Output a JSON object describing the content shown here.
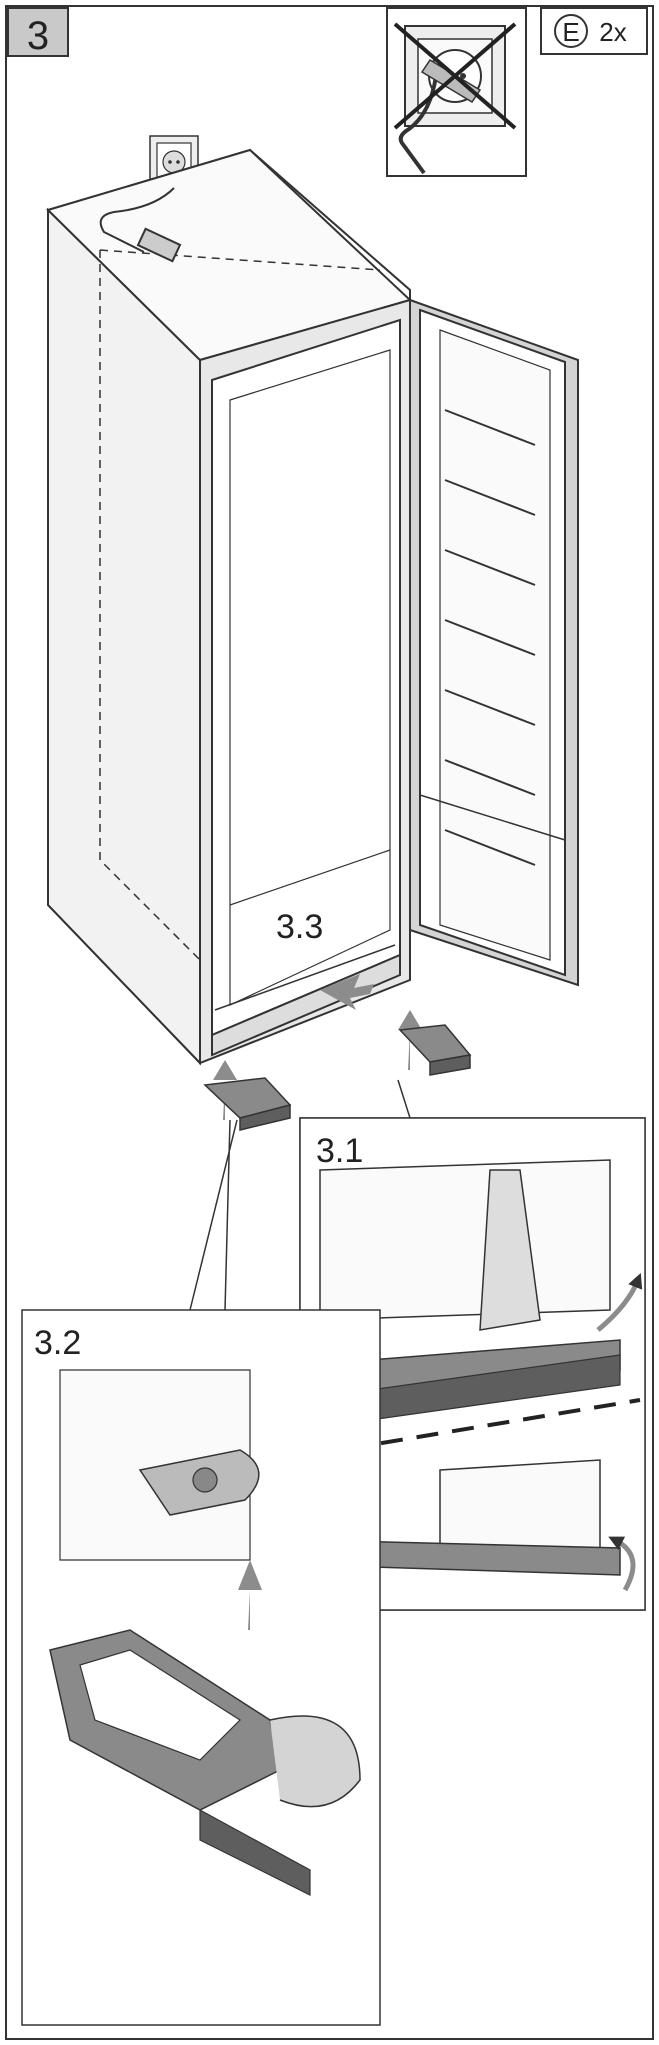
{
  "step": {
    "number": "3"
  },
  "parts": {
    "letter": "E",
    "quantity": "2x"
  },
  "callouts": {
    "a": "3.3",
    "b": "3.1",
    "c": "3.2"
  },
  "icons": [
    "no-plug-icon",
    "wall-socket-icon",
    "up-arrow-icon",
    "curved-arrow-icon"
  ],
  "colors": {
    "line": "#333333",
    "part": "#8a8a8a",
    "part_dark": "#5e5e5e",
    "panel": "#d4d4d4",
    "arrow": "#8c8c8c",
    "step_bg": "#c9c9c9"
  }
}
